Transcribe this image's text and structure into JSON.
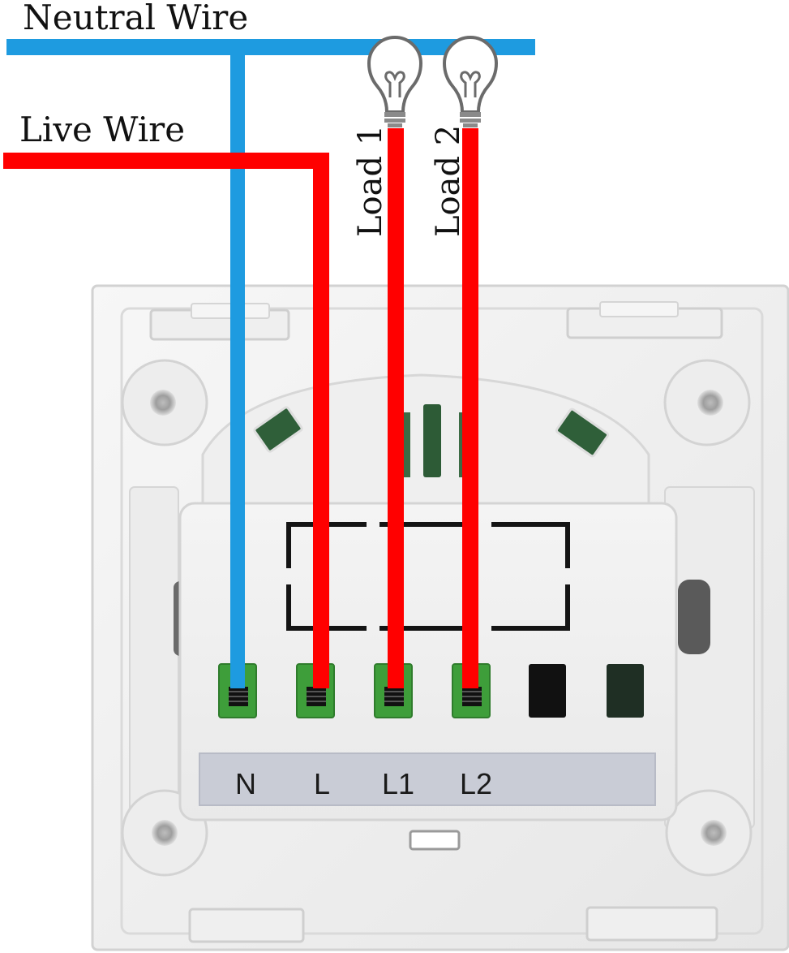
{
  "wires": {
    "neutral_label": "Neutral Wire",
    "live_label": "Live Wire",
    "neutral_color": "#1E9BE0",
    "live_color": "#FF0000"
  },
  "loads": [
    {
      "label": "Load 1",
      "icon": "light-bulb-icon"
    },
    {
      "label": "Load 2",
      "icon": "light-bulb-icon"
    }
  ],
  "terminals": {
    "strip_labels": [
      "N",
      "L",
      "L1",
      "L2"
    ]
  },
  "colors": {
    "plate": "#F2F2F2",
    "plate_shadow": "#D9D9D9",
    "terminal_green": "#3E9E3A",
    "label_strip": "#C9CCD6"
  }
}
